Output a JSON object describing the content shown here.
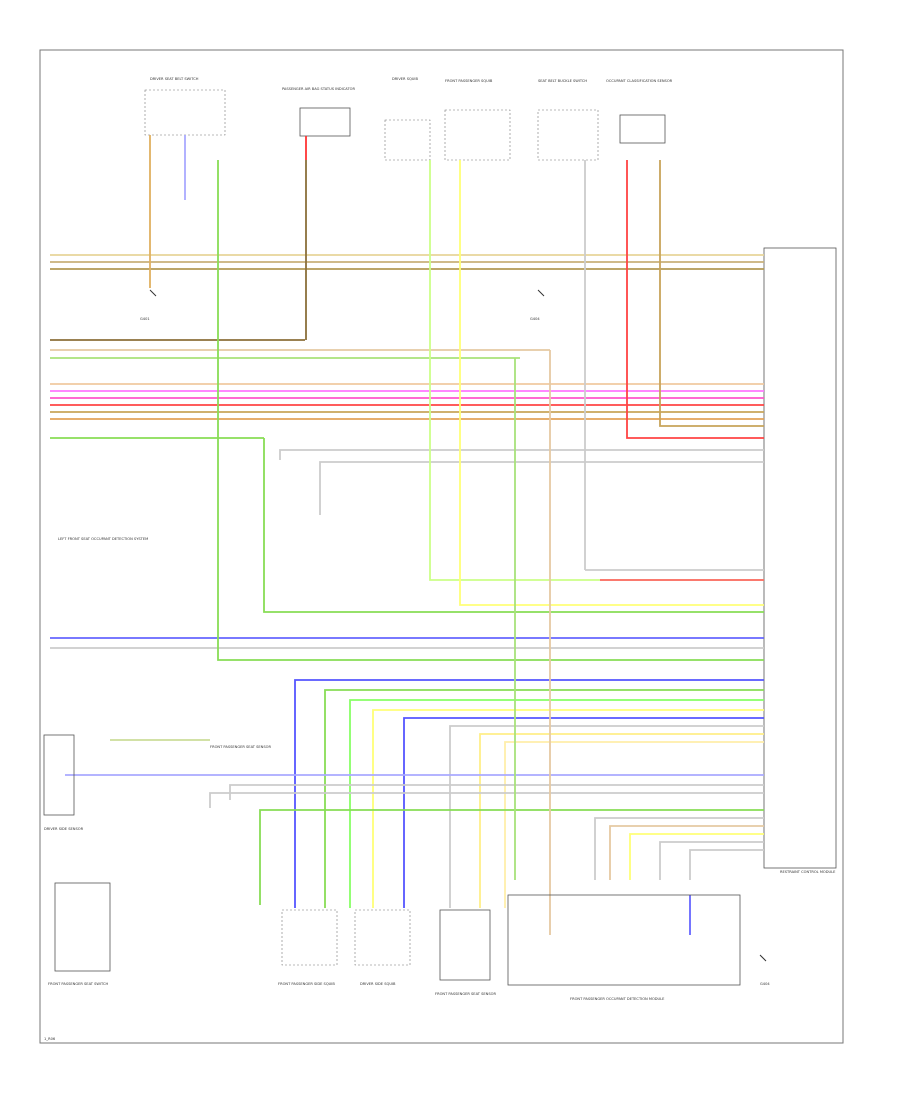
{
  "diagram": {
    "footer_code": "1_R06",
    "components": {
      "driver_seat_belt_switch": "DRIVER SEAT BELT SWITCH",
      "passenger_air_bag_status": "PASSENGER AIR BAG STATUS INDICATOR",
      "driver_squib": "DRIVER SQUIB",
      "front_pass_squib": "FRONT PASSENGER SQUIB",
      "seat_belt_buckle": "SEAT BELT BUCKLE SWITCH",
      "occupant_class": "OCCUPANT CLASSIFICATION SENSOR",
      "ground_left": "G401",
      "ground_right": "G404",
      "left_side_text": "LEFT FRONT SEAT OCCUPANT DETECTION SYSTEM",
      "driver_side_sensor": "DRIVER SIDE SENSOR",
      "front_pass_seat_switch": "FRONT PASSENGER SEAT SWITCH",
      "front_pass_seat_sensor": "FRONT PASSENGER SEAT SENSOR",
      "front_pass_side_squib": "FRONT PASSENGER SIDE SQUIB",
      "driver_side_squib": "DRIVER SIDE SQUIB",
      "rear_sensor": "FRONT PASSENGER SEAT SENSOR",
      "pass_occupant_module": "FRONT PASSENGER OCCUPANT DETECTION MODULE",
      "ground_bottom": "G404",
      "restraint_module": "RESTRAINT CONTROL MODULE"
    }
  }
}
